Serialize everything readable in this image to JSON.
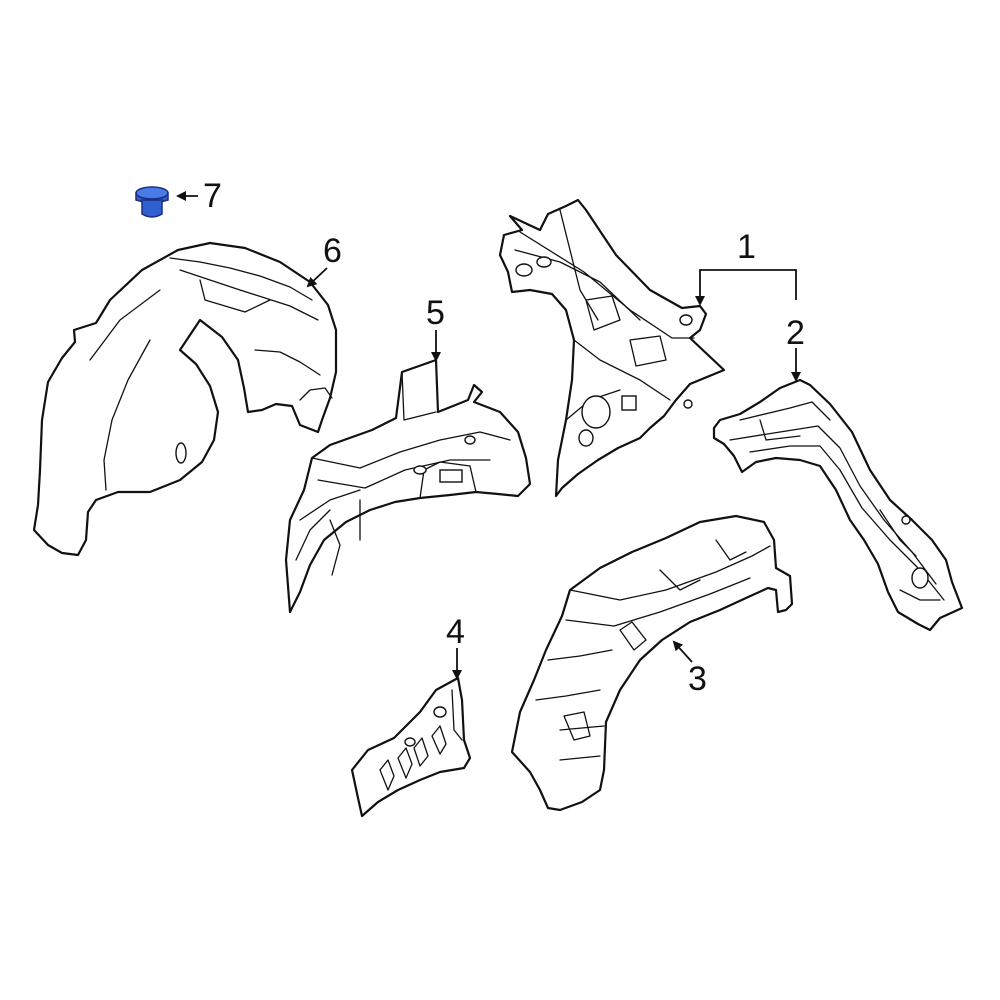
{
  "callouts": [
    {
      "id": "1",
      "label": "1"
    },
    {
      "id": "2",
      "label": "2"
    },
    {
      "id": "3",
      "label": "3"
    },
    {
      "id": "4",
      "label": "4"
    },
    {
      "id": "5",
      "label": "5"
    },
    {
      "id": "6",
      "label": "6"
    },
    {
      "id": "7",
      "label": "7"
    }
  ],
  "colors": {
    "line": "#111111",
    "background": "#ffffff",
    "highlight_fill": "#2f5fd0",
    "highlight_stroke": "#1a2f80"
  },
  "highlighted_part": "7"
}
